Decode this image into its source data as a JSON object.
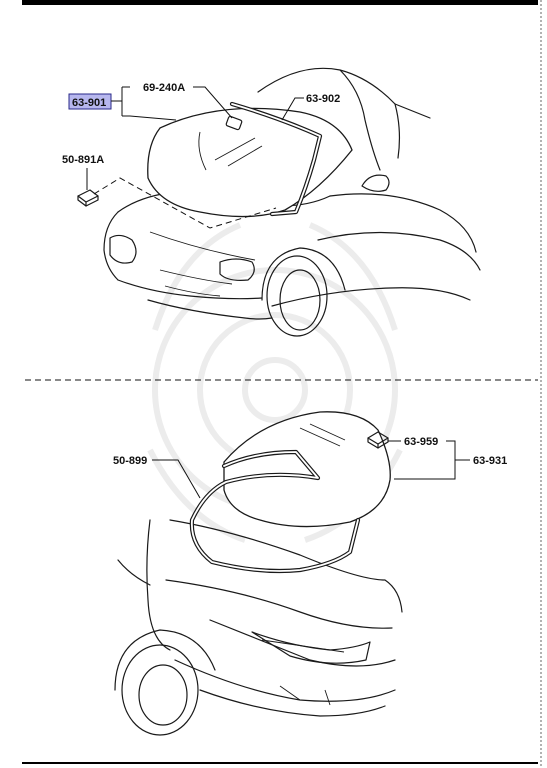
{
  "parts": {
    "front_windshield": "63-901",
    "mirror_base": "69-240A",
    "front_molding": "63-902",
    "front_clip": "50-891A",
    "rear_molding": "50-899",
    "rear_clip": "63-959",
    "rear_window": "63-931"
  },
  "colors": {
    "highlight_fill": "#b7b7ee",
    "highlight_stroke": "#2a2a8a",
    "line": "#1a1a1a",
    "watermark": "#ececec"
  }
}
